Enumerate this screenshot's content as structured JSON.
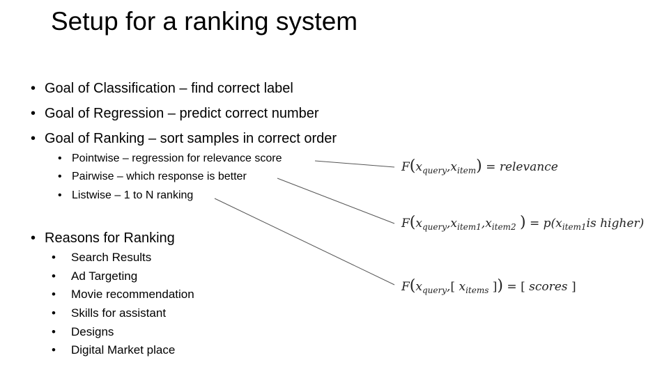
{
  "title": "Setup for a ranking system",
  "goals": [
    "Goal of Classification – find correct label",
    "Goal of Regression – predict correct number",
    "Goal of Ranking – sort samples in correct order"
  ],
  "ranking_types": [
    "Pointwise – regression for relevance score",
    "Pairwise – which response is better",
    "Listwise – 1 to N ranking"
  ],
  "reasons_heading": "Reasons for Ranking",
  "reasons": [
    "Search Results",
    "Ad Targeting",
    "Movie recommendation",
    "Skills for assistant",
    "Designs",
    "Digital Market place"
  ],
  "bullet_symbol": "•",
  "formulas": {
    "pointwise": {
      "f": "F",
      "x": "x",
      "query_sub": "query",
      "item_sub": "item",
      "rhs": "relevance"
    },
    "pairwise": {
      "f": "F",
      "x": "x",
      "query_sub": "query",
      "item1_sub": "item1",
      "item2_sub": "item2",
      "p": "p",
      "rhs_item_sub": "item1",
      "rhs_text": "is higher"
    },
    "listwise": {
      "f": "F",
      "x": "x",
      "query_sub": "query",
      "items_sub": "items",
      "rhs": "scores"
    }
  },
  "line_color": "#555555"
}
